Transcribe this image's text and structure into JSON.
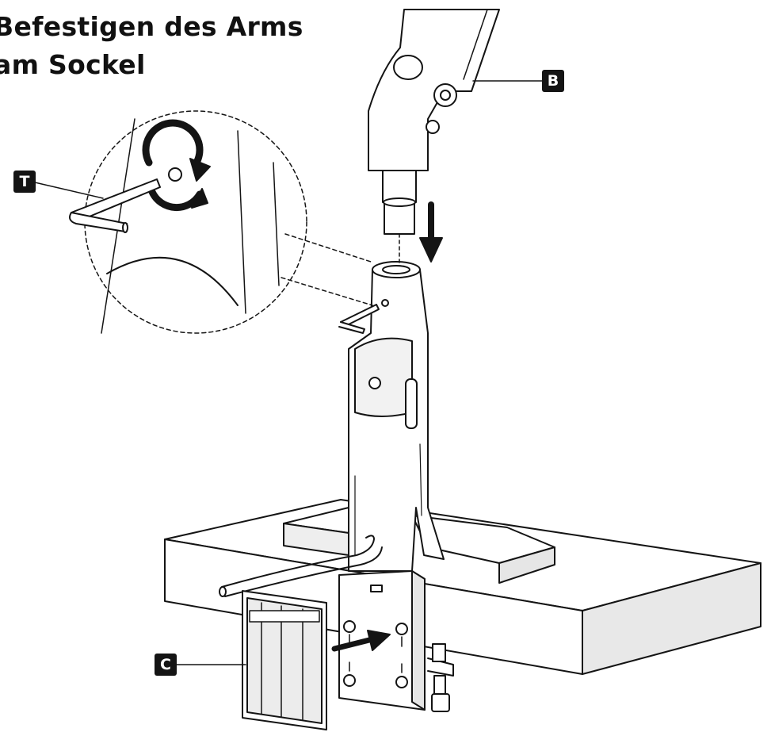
{
  "title": {
    "line1": "Befestigen des Arms",
    "line2": "am Sockel"
  },
  "callouts": {
    "b": "B",
    "t": "T",
    "c": "C"
  },
  "colors": {
    "ink": "#141414",
    "fill": "#ffffff",
    "shade": "#e6e6e6"
  }
}
